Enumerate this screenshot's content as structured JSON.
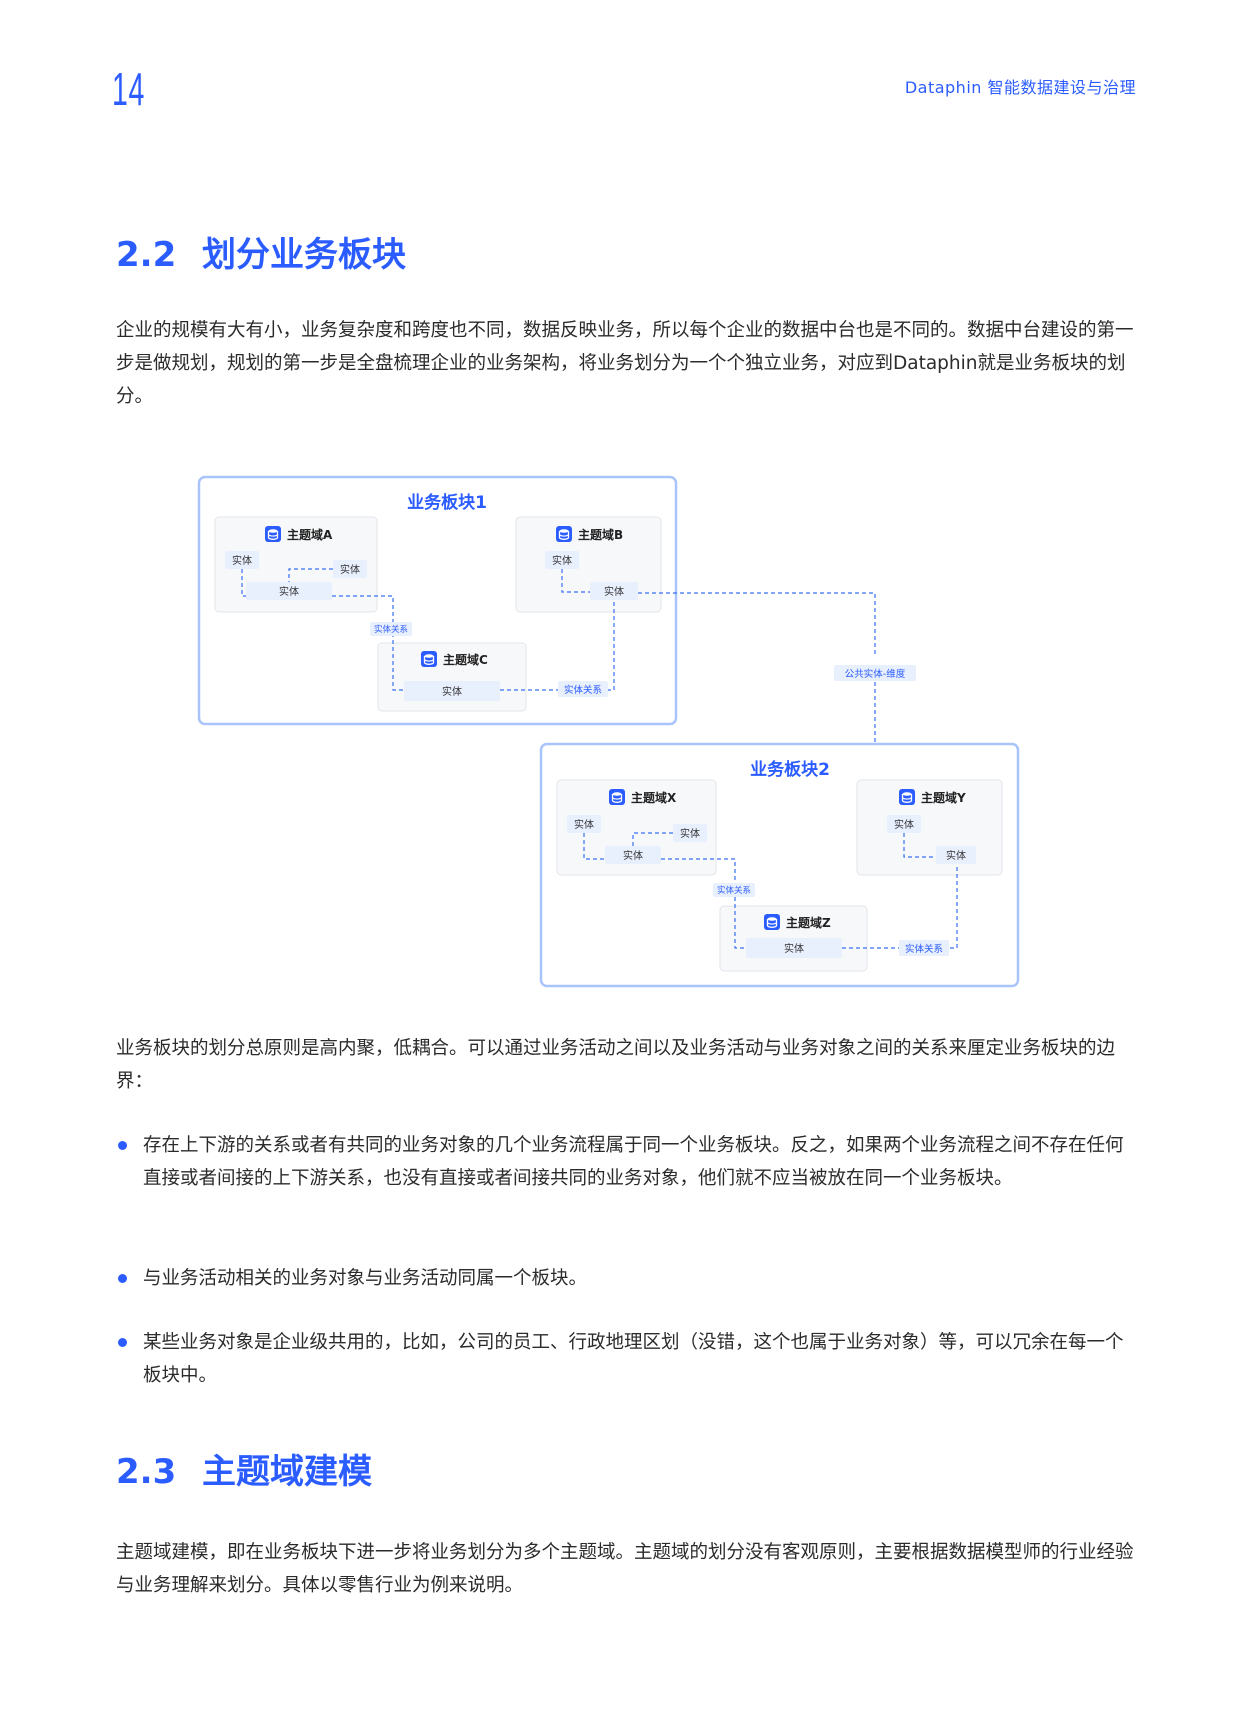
{
  "header": {
    "page_number": "14",
    "running_title": "Dataphin 智能数据建设与治理"
  },
  "section_22": {
    "number": "2.2",
    "title": "划分业务板块",
    "intro": "企业的规模有大有小，业务复杂度和跨度也不同，数据反映业务，所以每个企业的数据中台也是不同的。数据中台建设的第一步是做规划，规划的第一步是全盘梳理企业的业务架构，将业务划分为一个个独立业务，对应到Dataphin就是业务板块的划分。",
    "principle": "业务板块的划分总原则是高内聚，低耦合。可以通过业务活动之间以及业务活动与业务对象之间的关系来厘定业务板块的边界：",
    "bullets": [
      "存在上下游的关系或者有共同的业务对象的几个业务流程属于同一个业务板块。反之，如果两个业务流程之间不存在任何直接或者间接的上下游关系，也没有直接或者间接共同的业务对象，他们就不应当被放在同一个业务板块。",
      "与业务活动相关的业务对象与业务活动同属一个板块。",
      "某些业务对象是企业级共用的，比如，公司的员工、行政地理区划（没错，这个也属于业务对象）等，可以冗余在每一个板块中。"
    ]
  },
  "diagram": {
    "block1_title": "业务板块1",
    "block2_title": "业务板块2",
    "domain_a": "主题域A",
    "domain_b": "主题域B",
    "domain_c": "主题域C",
    "domain_x": "主题域X",
    "domain_y": "主题域Y",
    "domain_z": "主题域Z",
    "entity": "实体",
    "relation": "实体关系",
    "public_entity": "公共实体-维度",
    "colors": {
      "accent": "#2b5cff",
      "block_border": "#a9c3fb",
      "domain_border": "#e3e5ea",
      "domain_bg": "#f7f8fa",
      "entity_bg": "#e8effd",
      "dash": "#3a70f5"
    }
  },
  "section_23": {
    "number": "2.3",
    "title": "主题域建模",
    "intro": "主题域建模，即在业务板块下进一步将业务划分为多个主题域。主题域的划分没有客观原则，主要根据数据模型师的行业经验与业务理解来划分。具体以零售行业为例来说明。"
  }
}
